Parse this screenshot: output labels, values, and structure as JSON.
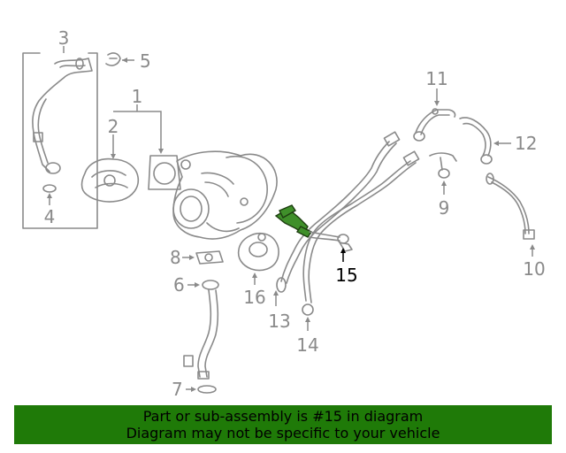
{
  "diagram": {
    "callouts": [
      {
        "id": "1",
        "label": "1"
      },
      {
        "id": "2",
        "label": "2"
      },
      {
        "id": "3",
        "label": "3"
      },
      {
        "id": "4",
        "label": "4"
      },
      {
        "id": "5",
        "label": "5"
      },
      {
        "id": "6",
        "label": "6"
      },
      {
        "id": "7",
        "label": "7"
      },
      {
        "id": "8",
        "label": "8"
      },
      {
        "id": "9",
        "label": "9"
      },
      {
        "id": "10",
        "label": "10"
      },
      {
        "id": "11",
        "label": "11"
      },
      {
        "id": "12",
        "label": "12"
      },
      {
        "id": "13",
        "label": "13"
      },
      {
        "id": "14",
        "label": "14"
      },
      {
        "id": "15",
        "label": "15"
      },
      {
        "id": "16",
        "label": "16"
      }
    ],
    "highlighted_part": "15",
    "highlight_color": "#3f8f2a"
  },
  "banner": {
    "line1": "Part or sub-assembly is #15 in diagram",
    "line2": "Diagram may not be specific to your vehicle",
    "background": "#1f7a08"
  }
}
